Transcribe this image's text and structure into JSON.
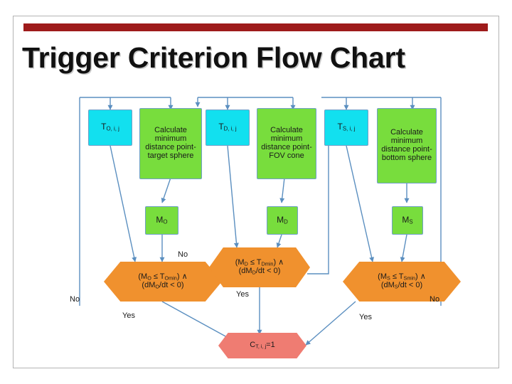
{
  "slide": {
    "title": "Trigger Criterion Flow Chart",
    "accent_bar_color": "#9e1b1b",
    "background_color": "#ffffff",
    "border_color": "#b3b3b3"
  },
  "colors": {
    "input_box": "#12e0ef",
    "process_box": "#78dd3d",
    "decision_hex": "#f0912e",
    "result_hex": "#ef7c72",
    "connector": "#5b8fc0"
  },
  "flowchart": {
    "type": "flowchart",
    "branches": [
      {
        "id": "target-sphere",
        "input_label": "T",
        "input_sub": "O, i, j",
        "process_label": "Calculate minimum distance point- target sphere",
        "metric_label": "M",
        "metric_sub": "O",
        "decision_line1": "(M",
        "decision_sub1": "O",
        "decision_line1b": " ≤ T",
        "decision_sub1b": "Omin",
        "decision_line1c": ") ∧",
        "decision_line2": "(dM",
        "decision_sub2": "O",
        "decision_line2b": "/dt < 0)",
        "yes_label": "Yes",
        "no_label": "No"
      },
      {
        "id": "fov-cone",
        "input_label": "T",
        "input_sub": "D, i, j",
        "process_label": "Calculate minimum distance point- FOV cone",
        "metric_label": "M",
        "metric_sub": "D",
        "decision_line1": "(M",
        "decision_sub1": "D",
        "decision_line1b": " ≤ T",
        "decision_sub1b": "Dmin",
        "decision_line1c": ") ∧",
        "decision_line2": "(dM",
        "decision_sub2": "D",
        "decision_line2b": "/dt < 0)",
        "yes_label": "Yes",
        "no_label": "No"
      },
      {
        "id": "bottom-sphere",
        "input_label": "T",
        "input_sub": "S, i, j",
        "process_label": "Calculate minimum distance point- bottom sphere",
        "metric_label": "M",
        "metric_sub": "S",
        "decision_line1": "(M",
        "decision_sub1": "S",
        "decision_line1b": " ≤ T",
        "decision_sub1b": "Smin",
        "decision_line1c": ") ∧",
        "decision_line2": "(dM",
        "decision_sub2": "S",
        "decision_line2b": "/dt < 0)",
        "yes_label": "Yes",
        "no_label": "No"
      }
    ],
    "result": {
      "label": "C",
      "sub": "T, i, j",
      "suffix": "=1"
    }
  }
}
